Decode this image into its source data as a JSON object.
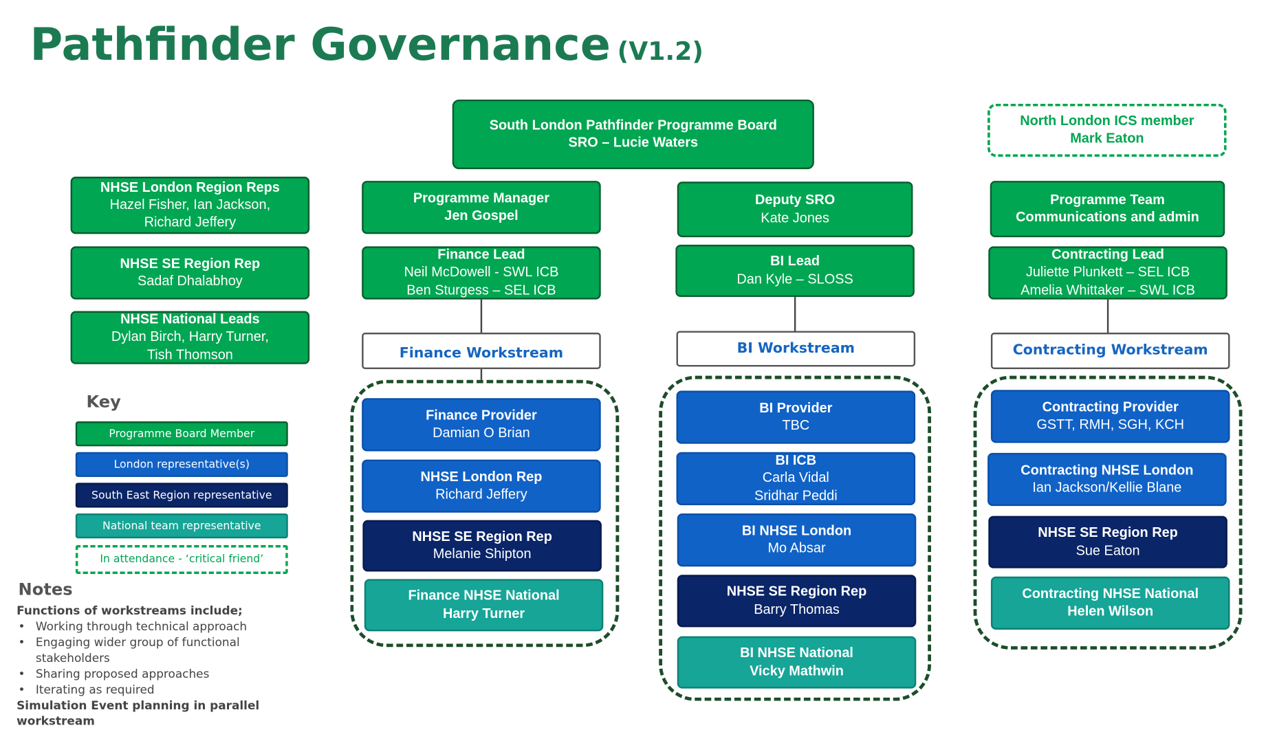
{
  "title": "Pathfinder Governance",
  "version": "(V1.2)",
  "board": {
    "line1": "South London Pathfinder Programme Board",
    "line2": "SRO – Lucie Waters"
  },
  "north_london": {
    "line1": "North London ICS member",
    "line2": "Mark Eaton"
  },
  "left_boxes": [
    {
      "line1": "NHSE London Region Reps",
      "line2": "Hazel Fisher, Ian Jackson,",
      "line3": "Richard Jeffery"
    },
    {
      "line1": "NHSE SE Region Rep",
      "line2": "Sadaf Dhalabhoy"
    },
    {
      "line1": "NHSE National Leads",
      "line2": "Dylan Birch, Harry Turner,",
      "line3": "Tish Thomson"
    }
  ],
  "finance": {
    "top": {
      "line1": "Programme Manager",
      "line2": "Jen Gospel"
    },
    "lead": {
      "line1": "Finance Lead",
      "line2": "Neil McDowell - SWL ICB",
      "line3": "Ben Sturgess – SEL ICB"
    },
    "workstream": "Finance Workstream",
    "members": [
      {
        "line1": "Finance Provider",
        "line2": "Damian O Brian"
      },
      {
        "line1": "NHSE London Rep",
        "line2": "Richard Jeffery"
      },
      {
        "line1": "NHSE SE Region Rep",
        "line2": "Melanie Shipton"
      },
      {
        "line1": "Finance NHSE National",
        "line2": "Harry Turner"
      }
    ]
  },
  "bi": {
    "top": {
      "line1": "Deputy SRO",
      "line2": "Kate Jones"
    },
    "lead": {
      "line1": "BI Lead",
      "line2": "Dan Kyle – SLOSS"
    },
    "workstream": "BI Workstream",
    "members": [
      {
        "line1": "BI Provider",
        "line2": "TBC"
      },
      {
        "line1": "BI ICB",
        "line2": "Carla Vidal",
        "line3": "Sridhar Peddi"
      },
      {
        "line1": "BI NHSE London",
        "line2": "Mo Absar"
      },
      {
        "line1": "NHSE SE Region Rep",
        "line2": "Barry Thomas"
      },
      {
        "line1": "BI NHSE National",
        "line2": "Vicky Mathwin"
      }
    ]
  },
  "contracting": {
    "top": {
      "line1": "Programme Team",
      "line2": "Communications and admin"
    },
    "lead": {
      "line1": "Contracting Lead",
      "line2": "Juliette Plunkett – SEL ICB",
      "line3": "Amelia Whittaker – SWL ICB"
    },
    "workstream": "Contracting Workstream",
    "members": [
      {
        "line1": "Contracting Provider",
        "line2": "GSTT, RMH, SGH, KCH"
      },
      {
        "line1": "Contracting NHSE London",
        "line2": "Ian Jackson/Kellie Blane"
      },
      {
        "line1": "NHSE SE Region Rep",
        "line2": "Sue Eaton"
      },
      {
        "line1": "Contracting NHSE National",
        "line2": "Helen Wilson"
      }
    ]
  },
  "key": {
    "heading": "Key",
    "items": [
      "Programme Board Member",
      "London representative(s)",
      "South East Region representative",
      "National team representative",
      "In attendance - ‘critical friend’"
    ]
  },
  "notes": {
    "heading": "Notes",
    "intro": "Functions of workstreams include;",
    "bullets": [
      "Working through technical approach",
      "Engaging wider group of functional stakeholders",
      "Sharing proposed approaches",
      "Iterating as required"
    ],
    "outro": "Simulation Event planning in parallel workstream"
  },
  "colors": {
    "board_member": "#00a651",
    "london": "#1062c7",
    "south_east": "#0a2568",
    "national": "#16a597",
    "title": "#1c7a52",
    "workstream_text": "#1565c0"
  }
}
